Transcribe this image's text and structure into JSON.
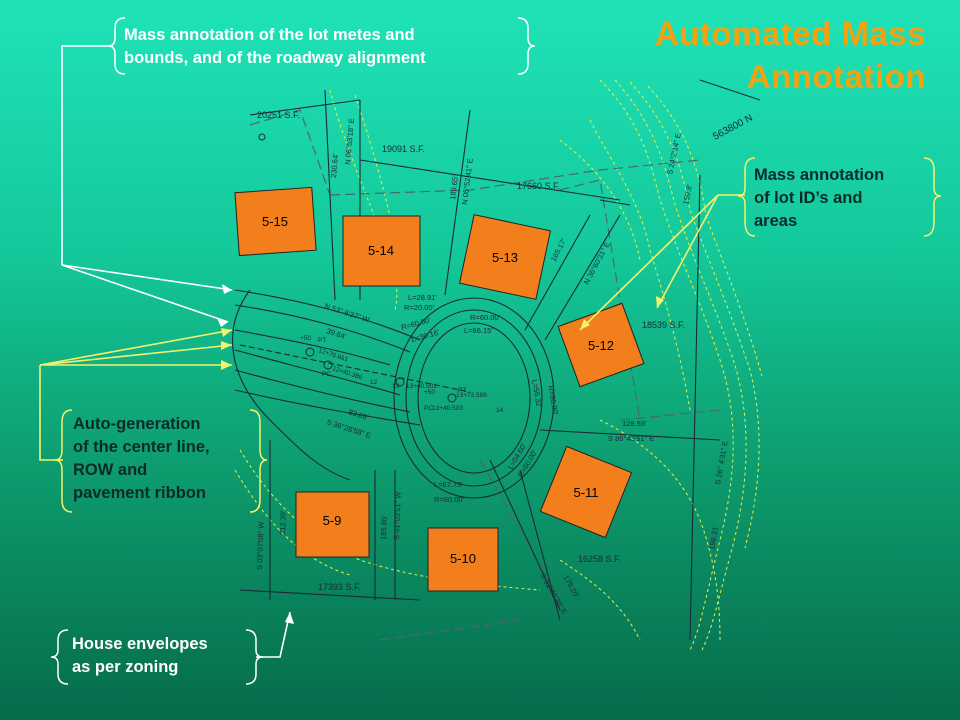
{
  "title": {
    "line1": "Automated Mass",
    "line2": "Annotation"
  },
  "callouts": {
    "metes": {
      "line1": "Mass annotation of the lot metes and",
      "line2": "bounds, and of the roadway alignment"
    },
    "lot_ids": {
      "line1": "Mass annotation",
      "line2": "of lot ID’s and",
      "line3": "areas"
    },
    "centerline": {
      "line1": "Auto-generation",
      "line2": "of the center line,",
      "line3": "ROW and",
      "line4": "pavement ribbon"
    },
    "envelopes": {
      "line1": "House envelopes",
      "line2": "as per zoning"
    }
  },
  "lots": [
    {
      "id": "5-15"
    },
    {
      "id": "5-14"
    },
    {
      "id": "5-13"
    },
    {
      "id": "5-12"
    },
    {
      "id": "5-11"
    },
    {
      "id": "5-10"
    },
    {
      "id": "5-9"
    }
  ],
  "areas": {
    "a1": "20251 S.F.",
    "a2": "19091 S.F.",
    "a3": "17660 S.F.",
    "a4": "18539 S.F.",
    "a5": "16258 S.F.",
    "a6": "17393 S.F.",
    "north": "563800 N"
  },
  "bearings": {
    "b1": "N 06°53'18\" E",
    "b2": "230.64'",
    "b3": "N 05°52'41\" E",
    "b4": "189.65'",
    "b5": "N 53° 6'27\" W",
    "b6": "39.64'",
    "b7": "S 36°28'58\" E",
    "b8": "83.69'",
    "b9": "165.17'",
    "b10": "N 36°60'31\" E",
    "b11": "128.93'",
    "b12": "S 86°43'51\" E",
    "b13": "S 26° 4'31\" E",
    "b14": "198.31'",
    "b15": "S 03°07'08\" W",
    "b16": "212.39'",
    "b17": "S 01°03'51\" W",
    "b18": "185.86'",
    "b19": "S 31°46'30\" E",
    "b20": "179.20'",
    "b21": "S 24°2'14\" E",
    "b22": "159.8'"
  },
  "curves": {
    "c1": "L=28.91'",
    "c2": "R=20.00'",
    "c3": "R=60.00'",
    "c4": "L=30.16'",
    "c5": "R=60.00'",
    "c6": "L=66.15'",
    "c7": "R=60.00'",
    "c8": "L=56.32'",
    "c9": "L=54.60'",
    "c10": "R=60.00'",
    "c11": "L=67.73'",
    "c12": "R=60.00'"
  },
  "stations": {
    "s1": "12+76.651",
    "s2": "12+40.386",
    "s3": "13+40.501",
    "s4": "13+40.503",
    "s5": "13+73.588",
    "pt": "PT",
    "pc": "PC",
    "plus50": "+50",
    "n12": "12",
    "n13": "13",
    "n14": "14"
  },
  "colors": {
    "lot_fill": "#f27f1c",
    "plan_line": "#1a2a3a",
    "contour": "#e9ef4a",
    "callout_line": "#f4f26b",
    "title": "#f3a10f"
  }
}
